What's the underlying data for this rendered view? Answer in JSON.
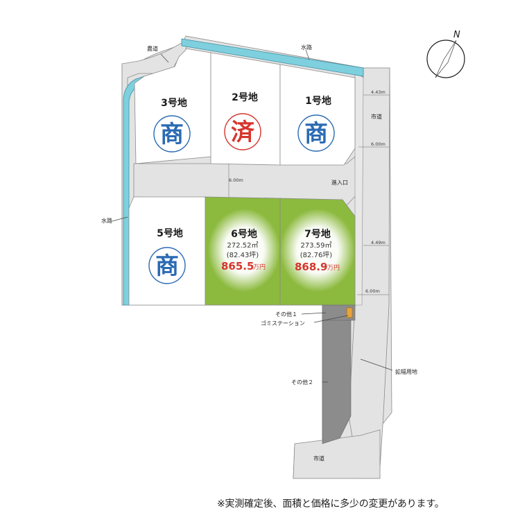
{
  "compass": {
    "label": "N"
  },
  "labels": {
    "farm_road": "農道",
    "waterway_top": "水路",
    "waterway_left": "水路",
    "city_road_right": "市道",
    "city_road_bottom": "市道",
    "entrance": "進入口",
    "expansion_land": "拡幅用地",
    "other1": "その他１",
    "garbage_station": "ゴミステーション",
    "other2": "その他２"
  },
  "dimensions": {
    "d1": "4.43m",
    "d2": "6.00m",
    "d3": "6.00m",
    "d4": "4.49m",
    "d5": "6.00m"
  },
  "lots": [
    {
      "name": "1号地",
      "status": "商",
      "status_color": "#2a6ab3"
    },
    {
      "name": "2号地",
      "status": "済",
      "status_color": "#d6352d"
    },
    {
      "name": "3号地",
      "status": "商",
      "status_color": "#2a6ab3"
    },
    {
      "name": "5号地",
      "status": "商",
      "status_color": "#2a6ab3"
    },
    {
      "name": "6号地",
      "area_m2": "272.52㎡",
      "area_tsubo": "(82.43坪)",
      "price": "865.5",
      "price_unit": "万円"
    },
    {
      "name": "7号地",
      "area_m2": "273.59㎡",
      "area_tsubo": "(82.76坪)",
      "price": "868.9",
      "price_unit": "万円"
    }
  ],
  "colors": {
    "available_lot": "#8cba3e",
    "sold": "#d6352d",
    "negotiating": "#2a6ab3",
    "road": "#e3e3e3",
    "water": "#7fd0de",
    "other2": "#8c8c8c"
  },
  "note": "※実測確定後、面積と価格に多少の変更があります。"
}
